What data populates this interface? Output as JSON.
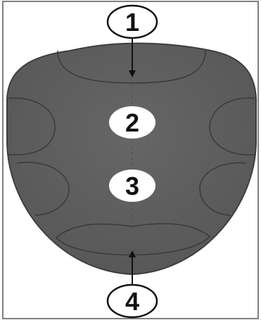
{
  "callouts": [
    {
      "id": "1",
      "text": "1"
    },
    {
      "id": "2",
      "text": "2"
    },
    {
      "id": "3",
      "text": "3"
    },
    {
      "id": "4",
      "text": "4"
    }
  ],
  "colors": {
    "body_fill": "#5c5c5c",
    "body_edge": "#3e3e3e",
    "zone_line": "#3a3a3a",
    "label_fill": "#ffffff",
    "ink": "#111111",
    "frame": "#555555",
    "background": "#ffffff"
  }
}
